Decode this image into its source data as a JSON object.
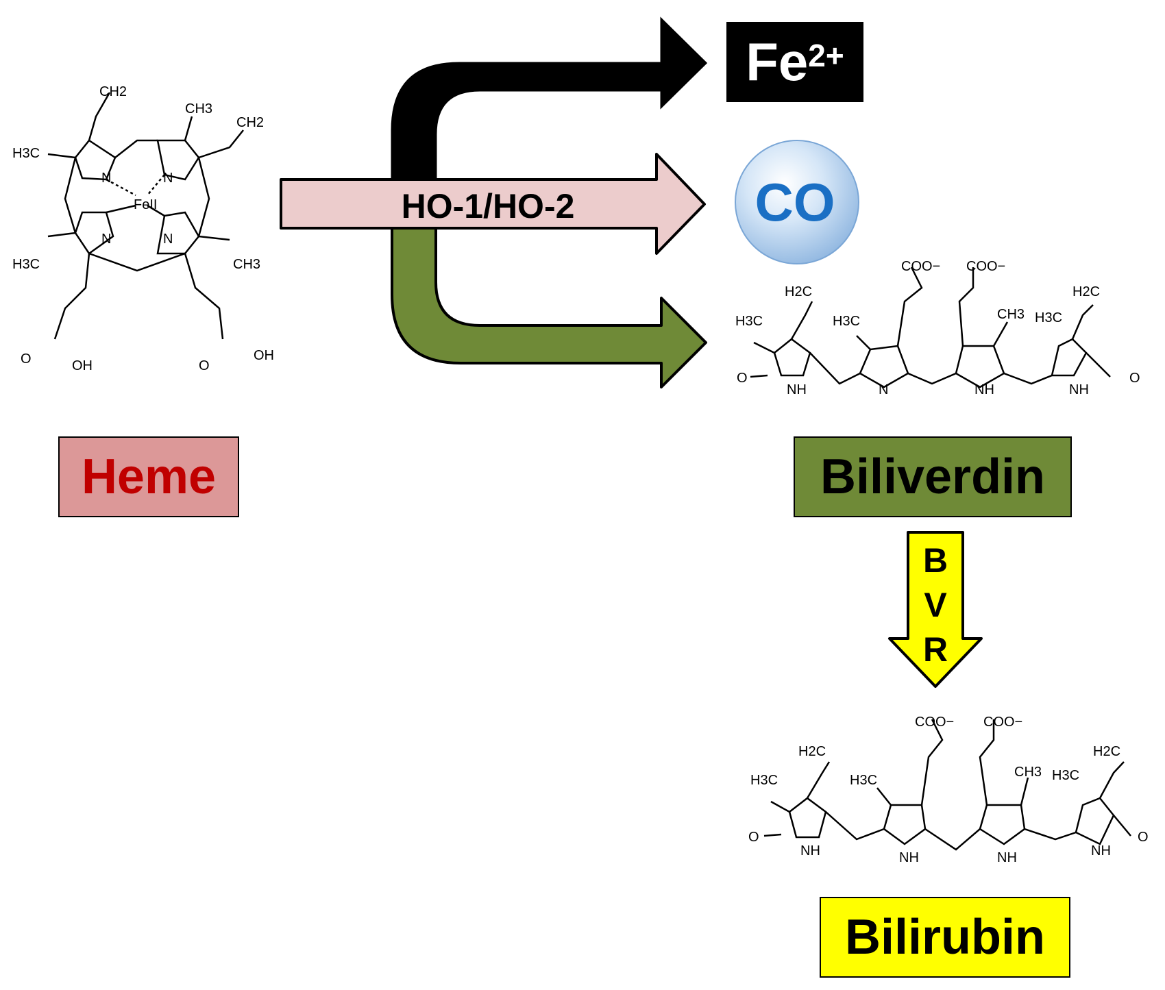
{
  "labels": {
    "heme": "Heme",
    "biliverdin": "Biliverdin",
    "bilirubin": "Bilirubin",
    "fe_base": "Fe",
    "fe_charge": "2+",
    "co": "CO",
    "enzyme": "HO-1/HO-2",
    "bvr_b": "B",
    "bvr_v": "V",
    "bvr_r": "R"
  },
  "heme_atoms": {
    "ch2_top": "CH2",
    "ch3_top": "CH3",
    "ch2_right": "CH2",
    "h3c_left": "H3C",
    "h3c_lower": "H3C",
    "ch3_lower": "CH3",
    "n1": "N",
    "n2": "N",
    "n3": "N",
    "n4": "N",
    "fe": "FeII",
    "oh_left": "OH",
    "oh_right": "OH",
    "o_left": "O",
    "o_right": "O"
  },
  "biliverdin_atoms": {
    "coo1": "COO−",
    "coo2": "COO−",
    "h2c1": "H2C",
    "h2c2": "H2C",
    "h3c1": "H3C",
    "h3c2": "H3C",
    "ch3": "CH3",
    "h3c3": "H3C",
    "o1": "O",
    "o2": "O",
    "nh1": "NH",
    "n": "N",
    "nh2": "NH",
    "nh3": "NH"
  },
  "bilirubin_atoms": {
    "coo1": "COO−",
    "coo2": "COO−",
    "h2c1": "H2C",
    "h2c2": "H2C",
    "h3c1": "H3C",
    "h3c2": "H3C",
    "ch3": "CH3",
    "h3c3": "H3C",
    "o1": "O",
    "o2": "O",
    "nh1": "NH",
    "nh2": "NH",
    "nh3": "NH",
    "nh4": "NH"
  },
  "colors": {
    "heme_fill": "#dc9898",
    "heme_text": "#c00000",
    "biliverdin_fill": "#6f8a37",
    "bilirubin_fill": "#ffff00",
    "enzyme_arrow": "#eccccc",
    "green_arrow": "#6f8a37",
    "black_arrow": "#000000",
    "co_text": "#1a6fc4"
  }
}
